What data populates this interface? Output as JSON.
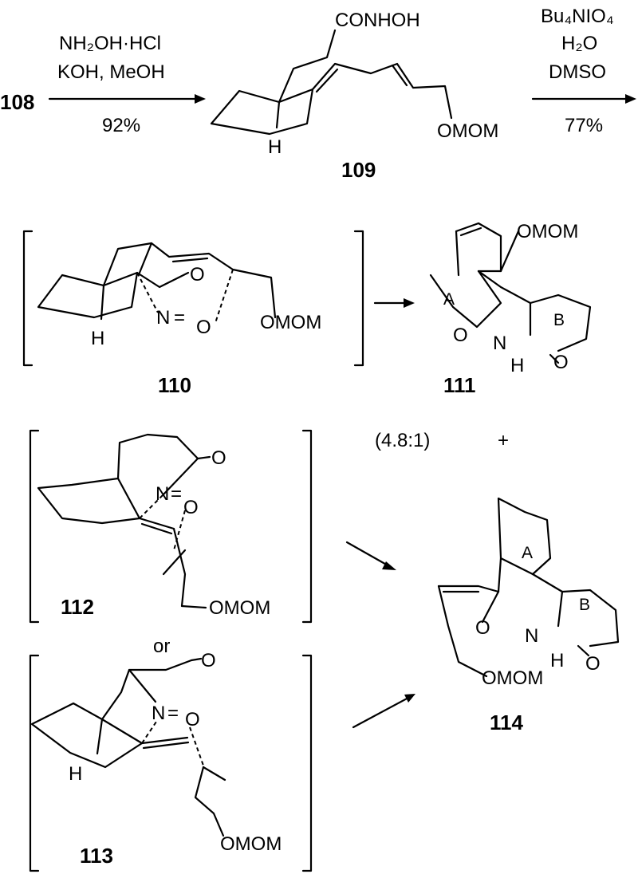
{
  "compounds": {
    "c108": "108",
    "c109": "109",
    "c110": "110",
    "c111": "111",
    "c112": "112",
    "c113": "113",
    "c114": "114"
  },
  "step1": {
    "reagent1": "NH₂OH·HCl",
    "reagent2": "KOH, MeOH",
    "yield": "92%"
  },
  "step2": {
    "reagent1": "Bu₄NIO₄",
    "reagent2": "H₂O",
    "reagent3": "DMSO",
    "yield": "77%"
  },
  "labels": {
    "conhoh": "CONHOH",
    "omom": "OMOM",
    "h": "H",
    "o": "O",
    "n": "N",
    "ring_a": "A",
    "ring_b": "B",
    "nitroso": "N",
    "eq": "=",
    "ratio": "(4.8:1)",
    "plus": "+",
    "or": "or"
  }
}
